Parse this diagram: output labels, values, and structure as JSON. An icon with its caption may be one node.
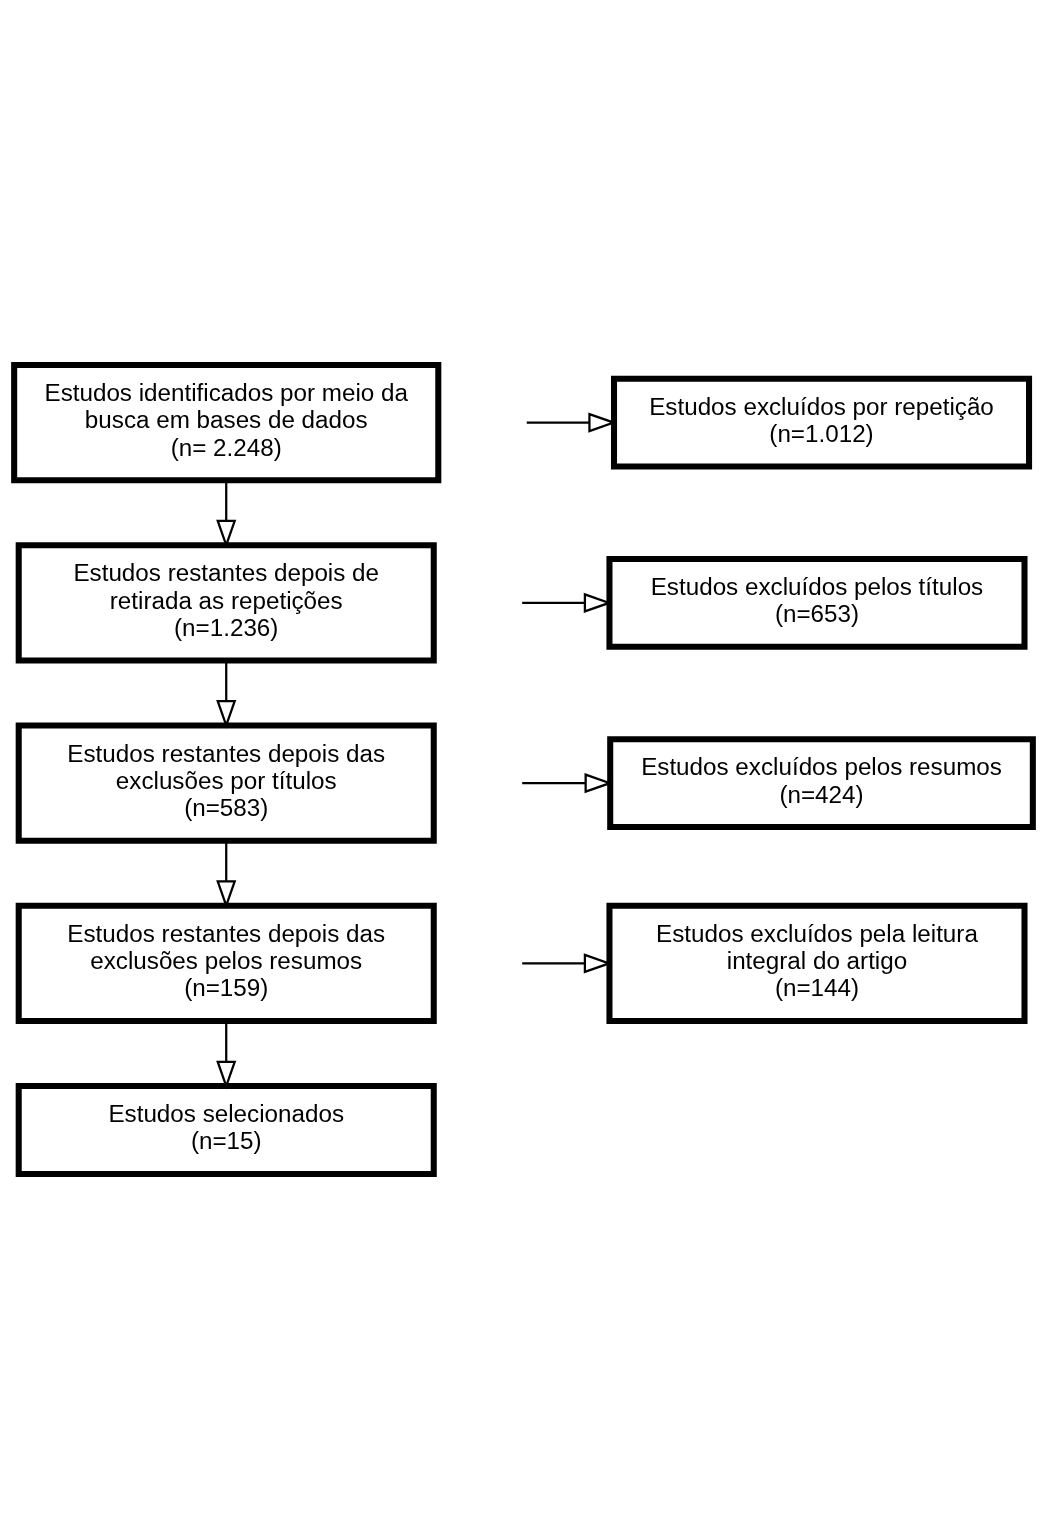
{
  "diagram": {
    "nodes": [
      {
        "text": [
          "Estudos identificados por meio da busca em bases de dados",
          "(n= 2.248)"
        ]
      },
      {
        "text": [
          "Estudos excluídos por repetição",
          "(n=1.012)"
        ]
      },
      {
        "text": [
          "Estudos restantes depois de retirada as repetições",
          "(n=1.236)"
        ]
      },
      {
        "text": [
          "Estudos excluídos pelos títulos",
          "(n=653)"
        ]
      },
      {
        "text": [
          "Estudos restantes depois das exclusões por títulos",
          "(n=583)"
        ]
      },
      {
        "text": [
          "Estudos excluídos pelos resumos",
          "(n=424)"
        ]
      },
      {
        "text": [
          "Estudos restantes depois das exclusões pelos resumos",
          "(n=159)"
        ]
      },
      {
        "text": [
          "Estudos excluídos pela leitura integral do artigo",
          "(n=144)"
        ]
      },
      {
        "text": [
          "Estudos selecionados",
          "(n=15)"
        ]
      }
    ],
    "edges": [
      {
        "from": 0,
        "to": 2,
        "arrow": "to"
      },
      {
        "from": null,
        "to": 1,
        "arrow": "to"
      },
      {
        "from": 2,
        "to": 4,
        "arrow": "to"
      },
      {
        "from": null,
        "to": 3,
        "arrow": "to"
      },
      {
        "from": 4,
        "to": 6,
        "arrow": "to"
      },
      {
        "from": null,
        "to": 5,
        "arrow": "to"
      },
      {
        "from": 6,
        "to": 8,
        "arrow": "to"
      },
      {
        "from": null,
        "to": 7,
        "arrow": "to"
      }
    ]
  }
}
